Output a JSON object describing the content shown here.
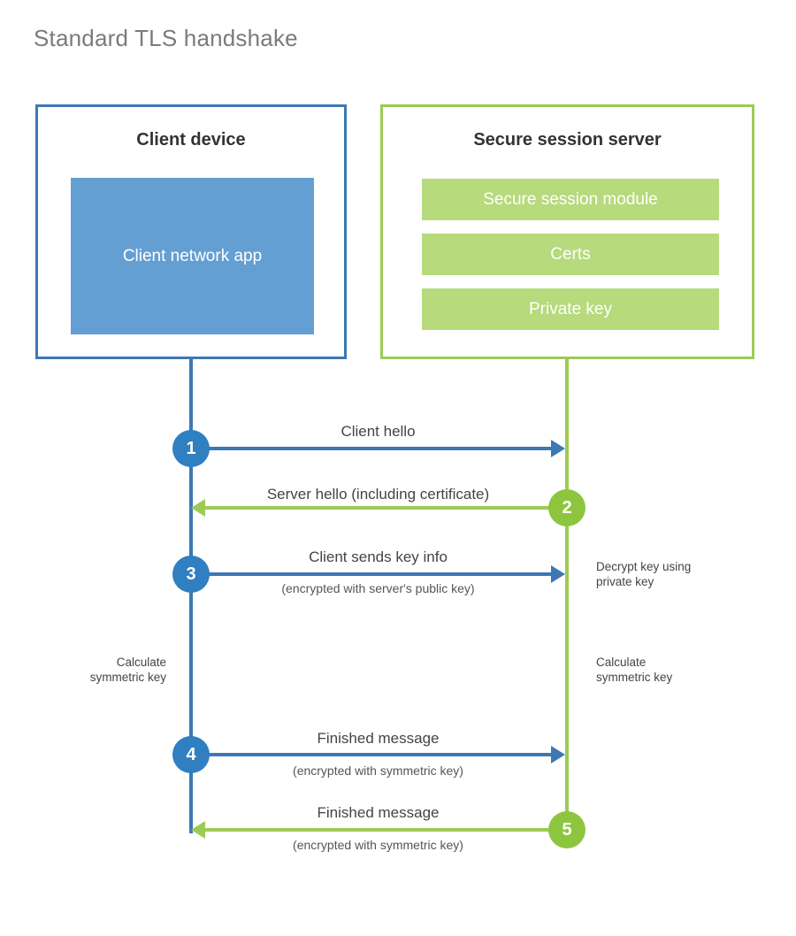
{
  "title": "Standard TLS handshake",
  "colors": {
    "client_border": "#3c78b4",
    "client_fill": "#649fd3",
    "server_border": "#9ccb53",
    "server_fill": "#b6da7c",
    "circle_blue": "#2f7fc1",
    "circle_green": "#8dc63e",
    "title_text": "#7b7b7b",
    "body_text": "#444444"
  },
  "client_panel": {
    "title": "Client device",
    "app_box_label": "Client network app"
  },
  "server_panel": {
    "title": "Secure session server",
    "bars": [
      {
        "label": "Secure session module"
      },
      {
        "label": "Certs"
      },
      {
        "label": "Private key"
      }
    ]
  },
  "steps": [
    {
      "number": "1",
      "label": "Client hello",
      "sublabel": "",
      "direction": "client-to-server",
      "side": "client"
    },
    {
      "number": "2",
      "label": "Server hello (including certificate)",
      "sublabel": "",
      "direction": "server-to-client",
      "side": "server"
    },
    {
      "number": "3",
      "label": "Client sends key info",
      "sublabel": "(encrypted with server's public key)",
      "direction": "client-to-server",
      "side": "client"
    },
    {
      "number": "4",
      "label": "Finished message",
      "sublabel": "(encrypted with symmetric key)",
      "direction": "client-to-server",
      "side": "client"
    },
    {
      "number": "5",
      "label": "Finished message",
      "sublabel": "(encrypted with symmetric key)",
      "direction": "server-to-client",
      "side": "server"
    }
  ],
  "annotations": {
    "decrypt_key": "Decrypt key using\nprivate key",
    "client_calculate": "Calculate\nsymmetric key",
    "server_calculate": "Calculate\nsymmetric key"
  }
}
